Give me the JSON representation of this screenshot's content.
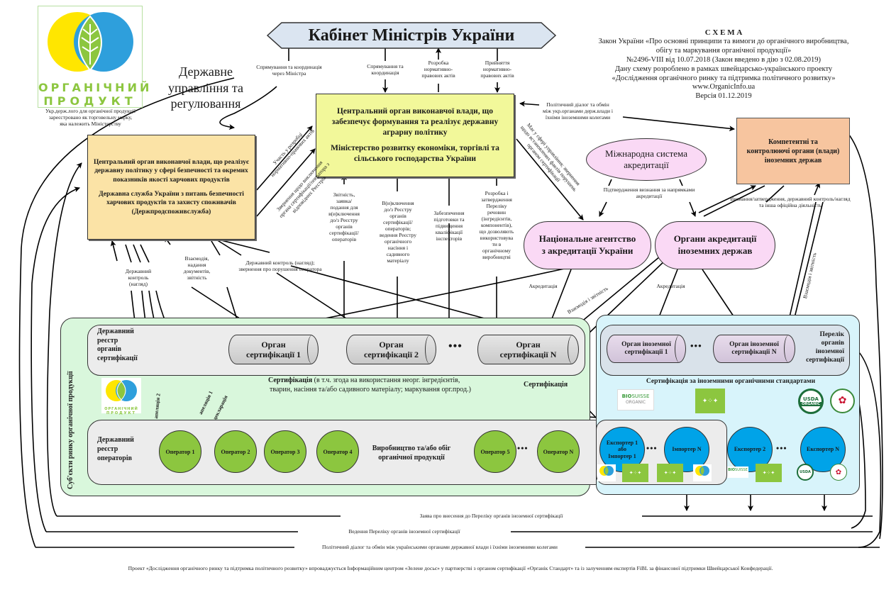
{
  "logo": {
    "line1": "ОРГАНІЧНИЙ",
    "line2": "ПРОДУКТ",
    "caption": [
      "Укр.держ.лого для органічної продукції",
      "зареєстровано як торговельну марку,",
      "яка належить Міністерству"
    ],
    "colors": {
      "yellow": "#ffe600",
      "blue": "#2e9fdc",
      "green": "#8cc63f"
    }
  },
  "section_title": [
    "Державне",
    "управління та",
    "регулювання"
  ],
  "cabinet": {
    "title": "Кабінет Міністрів України"
  },
  "scheme": {
    "heading": "С Х Е М А",
    "lines": [
      "Закон України «Про основні принципи та вимоги до органічного виробництва,",
      "обігу та маркування органічної продукції»",
      "№2496-VIII від 10.07.2018 (Закон введено в дію з 02.08.2019)",
      "Дану схему розроблено в рамках швейцарсько-українського проекту",
      "«Дослідження органічного ринку та підтримка політичного розвитку»",
      "www.OrganicInfo.ua",
      "Версія 01.12.2019"
    ]
  },
  "cabinet_links": {
    "l1": [
      "Спрямування та координація",
      "через Міністра"
    ],
    "l2": [
      "Спрямування та",
      "координація"
    ],
    "l3": [
      "Розробка",
      "нормативно-",
      "правових актів"
    ],
    "l4": [
      "Прийняття",
      "нормативно-",
      "правових актів"
    ]
  },
  "ministry": {
    "line1": "Центральний орган виконавчої влади, що забезпечує формування та реалізує державну аграрну політику",
    "line2": "Міністерство розвитку економіки, торгівлі та сільського господарства України",
    "color": "#f2f89a"
  },
  "food_service": {
    "line1": "Центральний орган виконавчої влади, що реалізує державну політику у сфері безпечності та окремих показників якості харчових продуктів",
    "line2": "Державна служба України з питань безпечності харчових продуктів та захисту споживачів (Держпродспоживслужба)",
    "color": "#fbe3a6"
  },
  "diag_labels": {
    "participation": "Участь у розробці нормативно-правових актів",
    "appeal": "Звернення щодо виключення органа сертифікації/оператора з відповідних Реєстрів",
    "ministry_rights": "Має у сфері управління; звернення щодо встановлених фактів порушень органом сертифікації",
    "interaction_report_1": "Взаємодія і звітність",
    "interaction_report_2": "Взаємодія і звітність"
  },
  "ministry_links": {
    "m1": [
      "Звітність,",
      "заявка/",
      "подання для",
      "в(и)ключення",
      "до/з Реєстру",
      "органів",
      "сертифікації/",
      "операторів"
    ],
    "m2": [
      "В(и)ключення",
      "до/з Реєстру",
      "органів",
      "сертифікації/",
      "операторів;",
      "ведення Реєстру",
      "органічного",
      "насіння і",
      "садивного",
      "матеріалу"
    ],
    "m3": [
      "Забезпечення",
      "підготовки та",
      "підвищення",
      "кваліфікації",
      "інспекторів"
    ],
    "m4": [
      "Розробка і",
      "затвердження",
      "Переліку",
      "речовин",
      "(інгредієнтів,",
      "компонентів),",
      "що дозволяють",
      "використовува",
      "ти в",
      "органічному",
      "виробництві"
    ]
  },
  "political_dialog_top": [
    "Політичний діалог та обмін",
    "між укр.органами держ.влади і",
    "їхніми іноземними колегами"
  ],
  "intl_accreditation": [
    "Міжнародна система",
    "акредитації"
  ],
  "foreign_authorities": {
    "text": [
      "Компетентні та",
      "контролюючі органи (влади)",
      "іноземних держав"
    ],
    "color": "#f7c59f"
  },
  "recognition_label": [
    "Підтвердження визнання за напрямками",
    "акредитації"
  ],
  "foreign_official_label": [
    "Визнання/затвердження, державний контроль/нагляд",
    "та інша офіційна діяльність"
  ],
  "naau": [
    "Національне агентство",
    "з акредитації України"
  ],
  "foreign_acc": [
    "Органи акредитації",
    "іноземних держав"
  ],
  "accreditation_label": "Акредитація",
  "food_links": {
    "control": [
      "Державний",
      "контроль",
      "(нагляд)"
    ],
    "interaction": [
      "Взаємодія,",
      "надання",
      "документів,",
      "звітність"
    ],
    "control_appeal": [
      "Державний контроль (нагляд);",
      "звернення про порушення оператора"
    ]
  },
  "market": {
    "vertical_title": "Суб'єкти ринку органічної продукції",
    "cert_register": [
      "Державний",
      "реєстр",
      "органів",
      "сертифікації"
    ],
    "cert_bodies": [
      [
        "Орган",
        "сертифікації 1"
      ],
      [
        "Орган",
        "сертифікації 2"
      ],
      [
        "Орган",
        "сертифікації N"
      ]
    ],
    "ellipsis": "•••",
    "certification_bold": "Сертифікація",
    "certification_rest": " (в т.ч. згода на використання неорг. інгредієнтів,",
    "certification_line2": "тварин, насіння та/або садивного матеріалу; маркування орг.прод.)",
    "certification_right": "Сертифікація",
    "appeal1": "апеляція 1",
    "appeal2": "апеляція 2",
    "declaration": "декларація",
    "op_register": [
      "Державний",
      "реєстр",
      "операторів"
    ],
    "operators": [
      "Оператор 1",
      "Оператор 2",
      "Оператор 3",
      "Оператор 4",
      "Оператор  5",
      "Оператор N"
    ],
    "production": [
      "Виробництво та/або обіг",
      "органічної продукції"
    ],
    "color": "#d9f7dc"
  },
  "foreign_block": {
    "bodies": [
      [
        "Орган іноземної",
        "сертифікації 1"
      ],
      [
        "Орган іноземної",
        "сертифікації N"
      ]
    ],
    "list_label": [
      "Перелік",
      "органів",
      "іноземної",
      "сертифікації"
    ],
    "standards_label": "Сертифікація за іноземними органічними стандартами",
    "traders": [
      [
        "Експортер 1",
        "або",
        "Імпортер 1"
      ],
      [
        "Імпортер N"
      ],
      [
        "Експортер 2"
      ],
      [
        "Експортер N"
      ]
    ],
    "logos": {
      "biosuisse1": "BIO",
      "biosuisse2": "SUISSE",
      "biosuisse3": "ORGANIC",
      "usda1": "USDA",
      "usda2": "ORGANIC"
    },
    "color": "#d8f4fb",
    "blue": "#00a3e8"
  },
  "bottom_flows": [
    "Заява про внесення до Переліку органів іноземної сертифікації",
    "Ведення Переліку органів іноземної сертифікації",
    "Політичний діалог та обмін між українськими органами державної влади і їхніми іноземними колегами"
  ],
  "footer": "Проект «Дослідження органічного ринку та підтримка політичного розвитку» впроваджується Інформаційним центром «Зелене досьє» у партнерстві з органом сертифікації «Органік Стандарт» та із залученням експертів FiBL за фінансової підтримки Швейцарської Конфедерації."
}
